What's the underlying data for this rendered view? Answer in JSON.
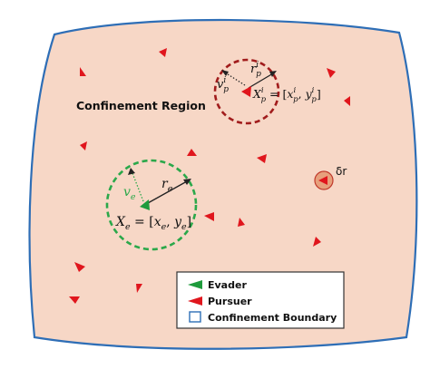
{
  "region": {
    "label": "Confinement Region",
    "fill_color": "#f7d7c6",
    "boundary_color": "#2e6eb6"
  },
  "pursuer_circle": {
    "velocity_label_main": "v",
    "velocity_label_sup": "i",
    "velocity_label_sub": "p",
    "radius_label_main": "r",
    "radius_label_sup": "i",
    "radius_label_sub": "p",
    "position_label_lhs_main": "X",
    "position_label_lhs_sup": "i",
    "position_label_lhs_sub": "p",
    "position_label_eq": " = [",
    "position_label_x": "x",
    "position_label_x_sup": "i",
    "position_label_x_sub": "p",
    "position_label_comma": ", ",
    "position_label_y": "y",
    "position_label_y_sup": "i",
    "position_label_y_sub": "p",
    "position_label_close": "]",
    "color": "#a11c1c"
  },
  "evader_circle": {
    "velocity_label_main": "v",
    "velocity_label_sub": "e",
    "radius_label_main": "r",
    "radius_label_sub": "e",
    "position_label_lhs_main": "X",
    "position_label_lhs_sub": "e",
    "position_label_eq": " = [",
    "position_label_x": "x",
    "position_label_x_sub": "e",
    "position_label_comma": ", ",
    "position_label_y": "y",
    "position_label_y_sub": "e",
    "position_label_close": "]",
    "color": "#2ba84a"
  },
  "capture_marker": {
    "label": "δr"
  },
  "legend": {
    "evader_label": "Evader",
    "pursuer_label": "Pursuer",
    "boundary_label": "Confinement Boundary"
  },
  "colors": {
    "pursuer": "#e0161d",
    "evader": "#1e9b3c",
    "outline": "#222222"
  }
}
